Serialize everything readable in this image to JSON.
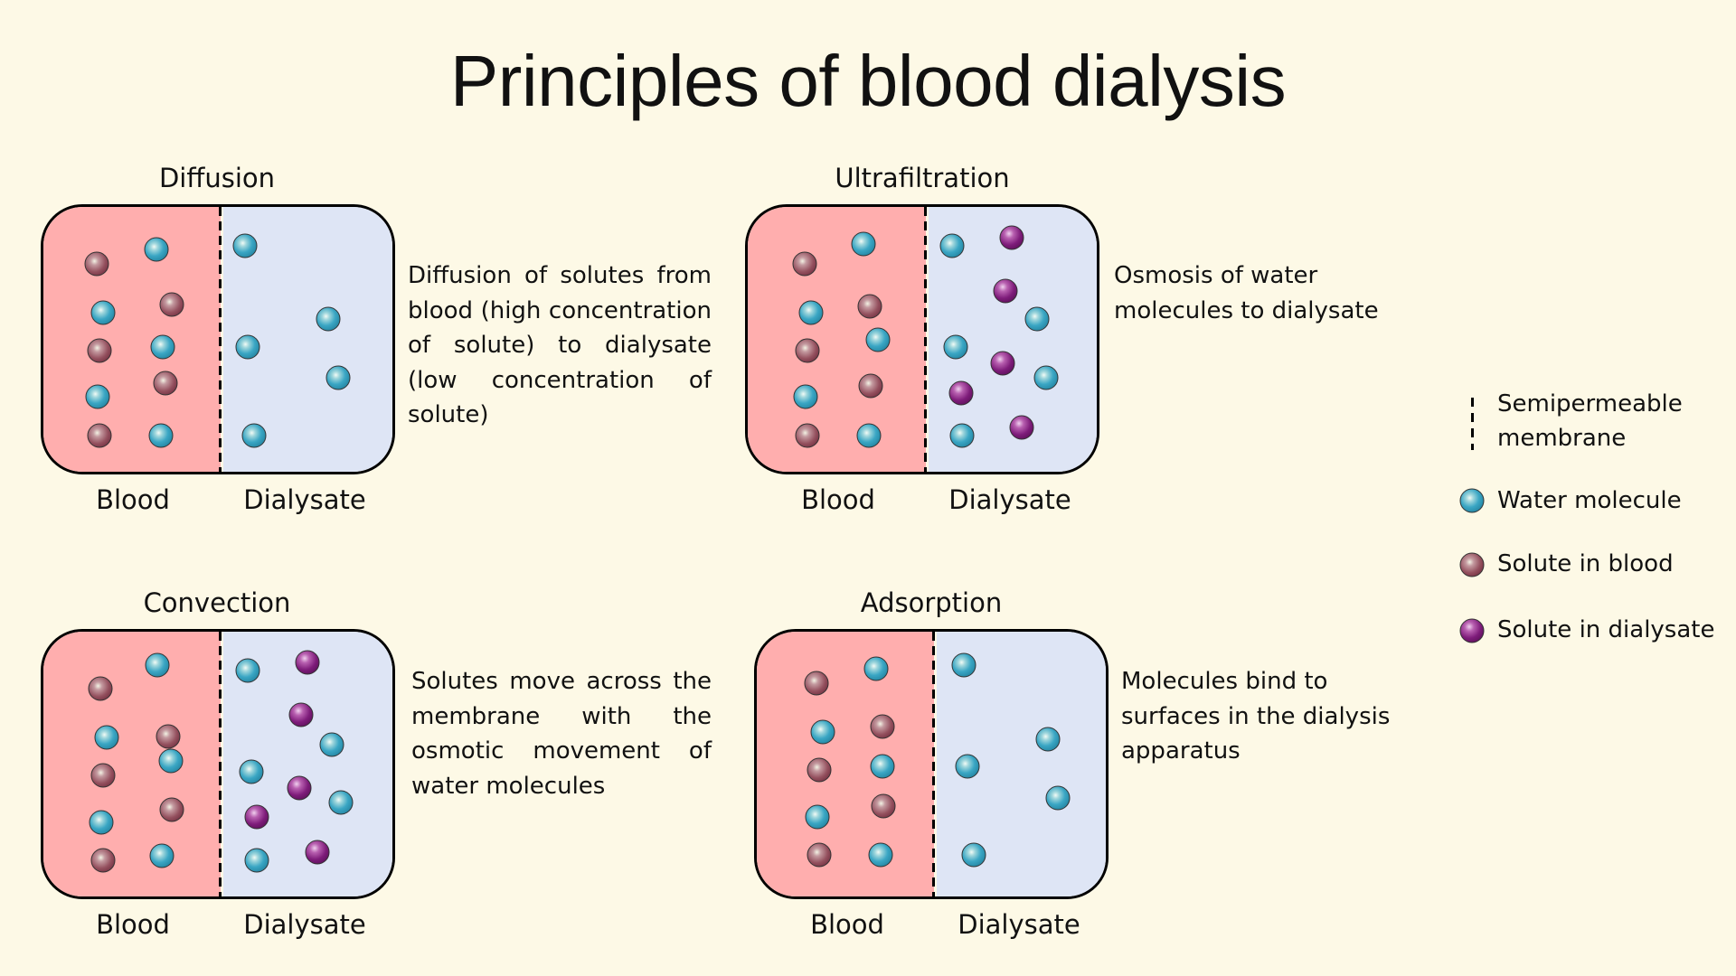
{
  "title": "Principles of blood dialysis",
  "colors": {
    "background": "#FDF9E6",
    "blood": "#FFAEAE",
    "dialysate": "#DEE5F5",
    "water": "#3AA6C4",
    "solute_blood": "#94505E",
    "solute_dialysate": "#7E1C7A"
  },
  "panels": [
    {
      "id": "diffusion",
      "heading": "Diffusion",
      "left_label": "Blood",
      "right_label": "Dialysate",
      "description": "Diffusion of solutes from blood (high concentration of solute) to dialysate (low concentration of solute)",
      "molecules": [
        "solute-blood",
        "water",
        "water",
        "water",
        "solute-blood",
        "water",
        "solute-blood",
        "water",
        "water",
        "water",
        "solute-blood",
        "water",
        "solute-blood",
        "water",
        "water"
      ]
    },
    {
      "id": "ultrafiltration",
      "heading": "Ultrafiltration",
      "left_label": "Blood",
      "right_label": "Dialysate",
      "description": "Osmosis of water molecules to dialysate",
      "molecules": [
        "solute-blood",
        "water",
        "water",
        "solute-dialysate",
        "water",
        "solute-blood",
        "solute-dialysate",
        "water",
        "solute-blood",
        "water",
        "water",
        "solute-dialysate",
        "water",
        "water",
        "solute-blood",
        "solute-dialysate",
        "solute-blood",
        "water",
        "water",
        "solute-dialysate"
      ]
    },
    {
      "id": "convection",
      "heading": "Convection",
      "left_label": "Blood",
      "right_label": "Dialysate",
      "description": "Solutes move across the membrane with the osmotic movement of water molecules",
      "molecules": [
        "solute-blood",
        "water",
        "water",
        "solute-dialysate",
        "water",
        "solute-blood",
        "solute-dialysate",
        "water",
        "solute-blood",
        "water",
        "water",
        "solute-dialysate",
        "water",
        "water",
        "solute-blood",
        "solute-dialysate",
        "solute-blood",
        "water",
        "water",
        "solute-dialysate"
      ]
    },
    {
      "id": "adsorption",
      "heading": "Adsorption",
      "left_label": "Blood",
      "right_label": "Dialysate",
      "description": "Molecules bind to surfaces in the dialysis apparatus",
      "molecules": [
        "solute-blood",
        "water",
        "water",
        "water",
        "solute-blood",
        "water",
        "solute-blood",
        "water",
        "water",
        "water",
        "water",
        "solute-blood",
        "solute-blood",
        "water",
        "water"
      ]
    }
  ],
  "legend": {
    "membrane": "Semipermeable membrane",
    "water": "Water molecule",
    "solute_blood": "Solute in blood",
    "solute_dialysate": "Solute in dialysate"
  }
}
